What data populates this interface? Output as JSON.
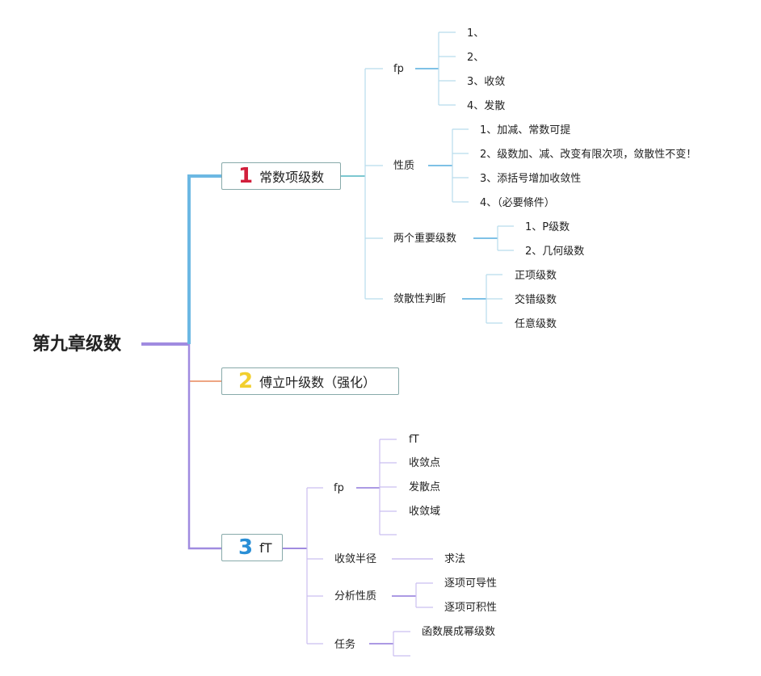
{
  "root": "第九章级数",
  "colors": {
    "blue": "#6cb8e3",
    "orange": "#e8875a",
    "purple": "#a08be0",
    "red": "#d21f3c",
    "yellow": "#f2cf2e",
    "cyan": "#2a8fd6"
  },
  "branches": [
    {
      "number": "1",
      "label": "常数项级数",
      "children": [
        {
          "label": "fp",
          "items": [
            "1、",
            "2、",
            "3、收敛",
            "4、发散"
          ]
        },
        {
          "label": "性质",
          "items": [
            "1、加减、常数可提",
            "2、级数加、减、改变有限次项，敛散性不变！",
            "3、添括号增加收敛性",
            "4、（必要條件）"
          ]
        },
        {
          "label": "两个重要级数",
          "items": [
            "1、P级数",
            "2、几何级数"
          ]
        },
        {
          "label": "敛散性判断",
          "items": [
            "正项级数",
            "交错级数",
            "任意级数"
          ]
        }
      ]
    },
    {
      "number": "2",
      "label": "傅立叶级数（强化）"
    },
    {
      "number": "3",
      "label": "fT",
      "children": [
        {
          "label": "fp",
          "items": [
            "fT",
            "收敛点",
            "发散点",
            "收敛域"
          ]
        },
        {
          "label": "收敛半径",
          "items": [
            "求法"
          ]
        },
        {
          "label": "分析性质",
          "items": [
            "逐项可导性",
            "逐项可积性"
          ]
        },
        {
          "label": "任务",
          "items": [
            "函数展成幂级数"
          ]
        }
      ]
    }
  ]
}
